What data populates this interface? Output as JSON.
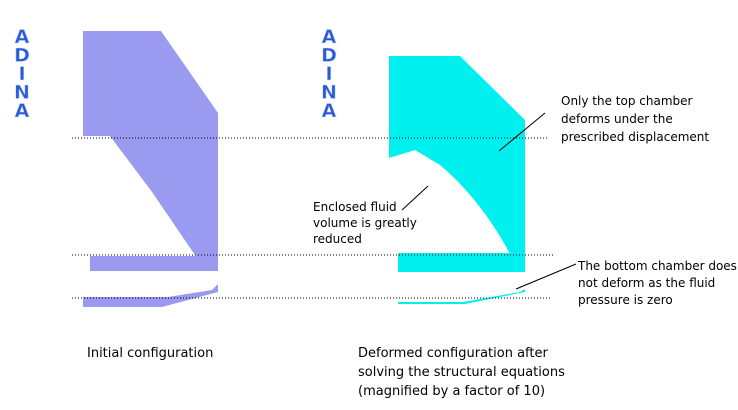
{
  "colors": {
    "background": "#ffffff",
    "initial_fill": "#9a9af0",
    "deformed_fill": "#00f0f0",
    "logo_fill": "#2a5ad8",
    "logo_outline": "#c8dcff",
    "leader_line": "#000000"
  },
  "logos": {
    "left": "ADINA",
    "right": "ADINA"
  },
  "annotations": {
    "top_chamber": [
      "Only the top chamber",
      "deforms under the",
      "prescribed displacement"
    ],
    "fluid_volume": [
      "Enclosed fluid",
      "volume is greatly",
      "reduced"
    ],
    "bottom_chamber": [
      "The bottom chamber does",
      "not deform as the fluid",
      "pressure is zero"
    ]
  },
  "captions": {
    "initial": [
      "Initial configuration"
    ],
    "deformed": [
      "Deformed configuration after",
      "solving the structural equations",
      "(magnified by a factor of 10)"
    ]
  }
}
